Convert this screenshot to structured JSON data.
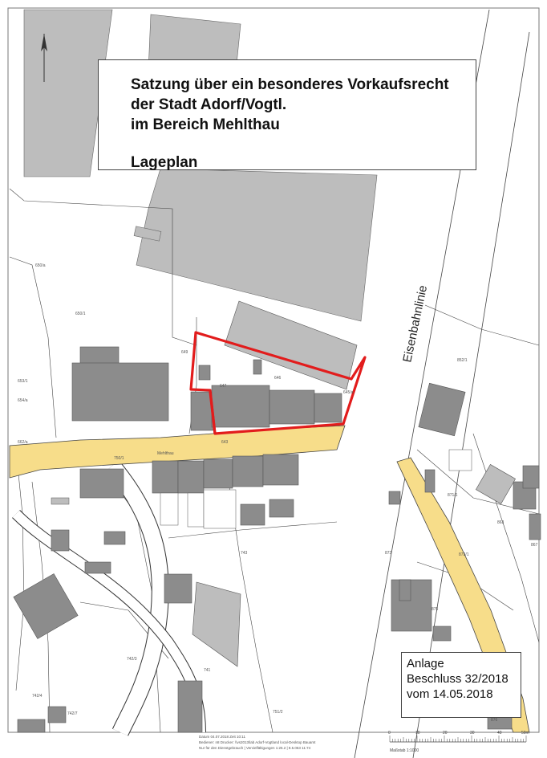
{
  "title": {
    "line1": "Satzung über ein besonderes Vorkaufsrecht",
    "line2": "der Stadt Adorf/Vogtl.",
    "line3": "im Bereich Mehlthau",
    "sub": "Lageplan"
  },
  "anlage": {
    "line1": "Anlage",
    "line2": "Beschluss  32/2018",
    "line3": "vom 14.05.2018"
  },
  "railway_label": "Eisenbahnlinie",
  "street_label": "Mehlthau",
  "parcels": {
    "p650a": "650/a",
    "p650_1": "650/1",
    "p649": "649",
    "p647": "647",
    "p646": "646",
    "p645a": "645/a",
    "p643": "643",
    "p750_1": "750/1",
    "p852_1": "852/1",
    "p653_1": "653/1",
    "p654a": "654/a",
    "p662a": "662/a",
    "p743": "743",
    "p741": "741",
    "p742_3": "742/3",
    "p742_4": "742/4",
    "p742_7": "742/7",
    "p751_2": "751/2",
    "p873": "873",
    "p875": "875",
    "p876": "876",
    "p863": "863",
    "p867": "867",
    "p871_1": "871/1",
    "p873_1": "873/1"
  },
  "footer": {
    "line1": "Datum 04.07.2018  Zeit 10:11",
    "line2": "Bediener: n8    Drucker: \\\\vs2013\\lab Adorf-Vogtland local-Desktop Bauamt",
    "line3": "Nur für den Dienstgebrauch | Vervielfältigungen 1:25.2 | 8.5.063 11:74"
  },
  "scale": {
    "ticks": [
      "0",
      "10",
      "20",
      "30",
      "40",
      "50m"
    ],
    "ratio": "Maßstab 1:1000"
  },
  "colors": {
    "street": "#f7dd8a",
    "building": "#8c8c8c",
    "building_light": "#bdbdbd",
    "highlight": "#e21c1c"
  }
}
